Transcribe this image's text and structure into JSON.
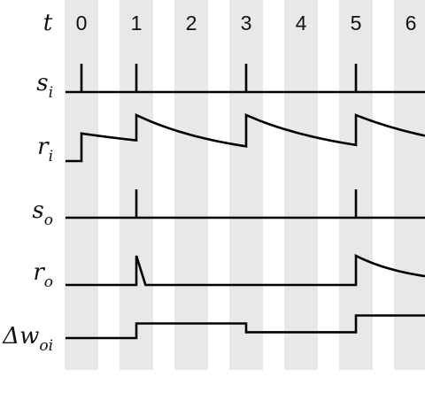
{
  "chart_data": {
    "type": "line",
    "title": "",
    "time_axis": {
      "label": "t",
      "ticks": [
        "0",
        "1",
        "2",
        "3",
        "4",
        "5",
        "6"
      ]
    },
    "shading": {
      "band_color": "#e8e8e8",
      "background": "#ffffff"
    },
    "signals": [
      {
        "id": "s_i",
        "label": "s",
        "sub": "i",
        "kind": "spikes",
        "spike_times": [
          0,
          1,
          3,
          5
        ]
      },
      {
        "id": "r_i",
        "label": "r",
        "sub": "i",
        "kind": "trace",
        "start_value": 0.0,
        "jump_times": [
          0,
          1,
          3,
          5
        ],
        "peaks": [
          0.6,
          1.0,
          1.0,
          1.0
        ],
        "values_before_jump": [
          0.0,
          0.45,
          0.32,
          0.35
        ],
        "end_value": 0.55,
        "decay_tau": 3.0
      },
      {
        "id": "s_o",
        "label": "s",
        "sub": "o",
        "kind": "spikes",
        "spike_times": [
          1,
          5
        ]
      },
      {
        "id": "r_o",
        "label": "r",
        "sub": "o",
        "kind": "trace",
        "start_value": 0.0,
        "jump_times": [
          1,
          5
        ],
        "peaks": [
          1.0,
          1.0
        ],
        "values_before_jump": [
          0.0,
          0.0
        ],
        "end_value": 0.3,
        "decay_tau": 3.0
      },
      {
        "id": "dw_oi",
        "label": "Δw",
        "sub": "oi",
        "kind": "step",
        "start_value": 0.0,
        "steps": [
          {
            "t": 1,
            "value": 0.55
          },
          {
            "t": 3,
            "value": 0.22
          },
          {
            "t": 5,
            "value": 0.85
          }
        ]
      }
    ]
  }
}
